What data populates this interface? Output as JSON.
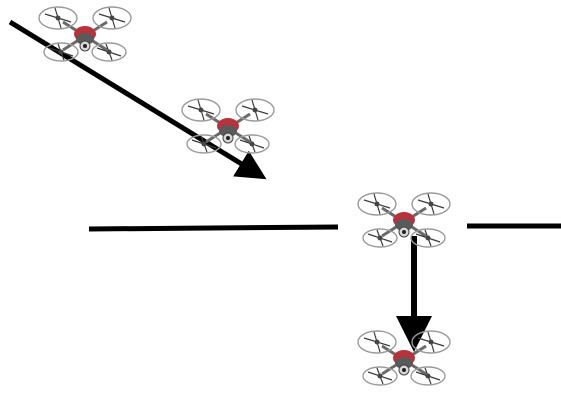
{
  "diagram": {
    "description_free": true,
    "colors": {
      "background": "#ffffff",
      "line": "#000000",
      "drone_body": "#5a5a5a",
      "drone_accent": "#b8323c",
      "drone_rotor": "#9a9a9a",
      "drone_camera": "#d8d8d8"
    },
    "drones": [
      {
        "id": "drone-1",
        "icon": "quadcopter-icon"
      },
      {
        "id": "drone-2",
        "icon": "quadcopter-icon"
      },
      {
        "id": "drone-3",
        "icon": "quadcopter-icon"
      },
      {
        "id": "drone-4",
        "icon": "quadcopter-icon"
      }
    ],
    "lines": [
      {
        "id": "diagonal-arrow",
        "kind": "arrow"
      },
      {
        "id": "horizontal-line-left",
        "kind": "line"
      },
      {
        "id": "horizontal-line-right",
        "kind": "line"
      },
      {
        "id": "vertical-arrow",
        "kind": "arrow"
      }
    ]
  }
}
